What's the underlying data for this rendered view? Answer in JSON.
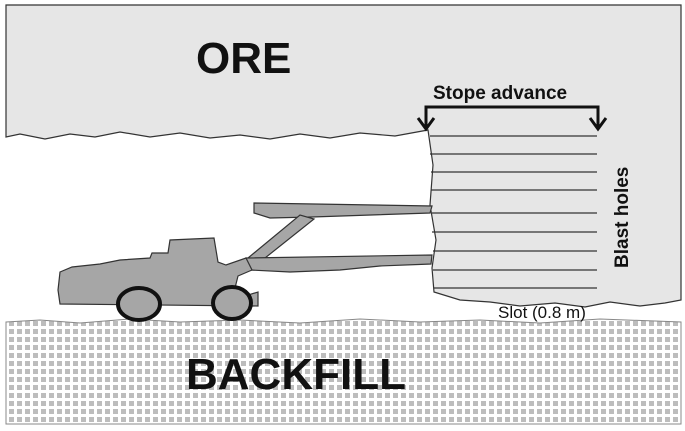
{
  "labels": {
    "ore": "ORE",
    "backfill": "BACKFILL",
    "stope_advance": "Stope advance",
    "blast_holes": "Blast holes",
    "slot": "Slot (0.8 m)"
  },
  "colors": {
    "ore_fill": "#e6e6e6",
    "machine_fill": "#a6a6a6",
    "backfill_dots": "#bdbdbd",
    "outline": "#333333"
  },
  "icons": {
    "stope_advance_arrow": "bracket-down-arrows",
    "drill_rig": "drill-jumbo-silhouette"
  }
}
